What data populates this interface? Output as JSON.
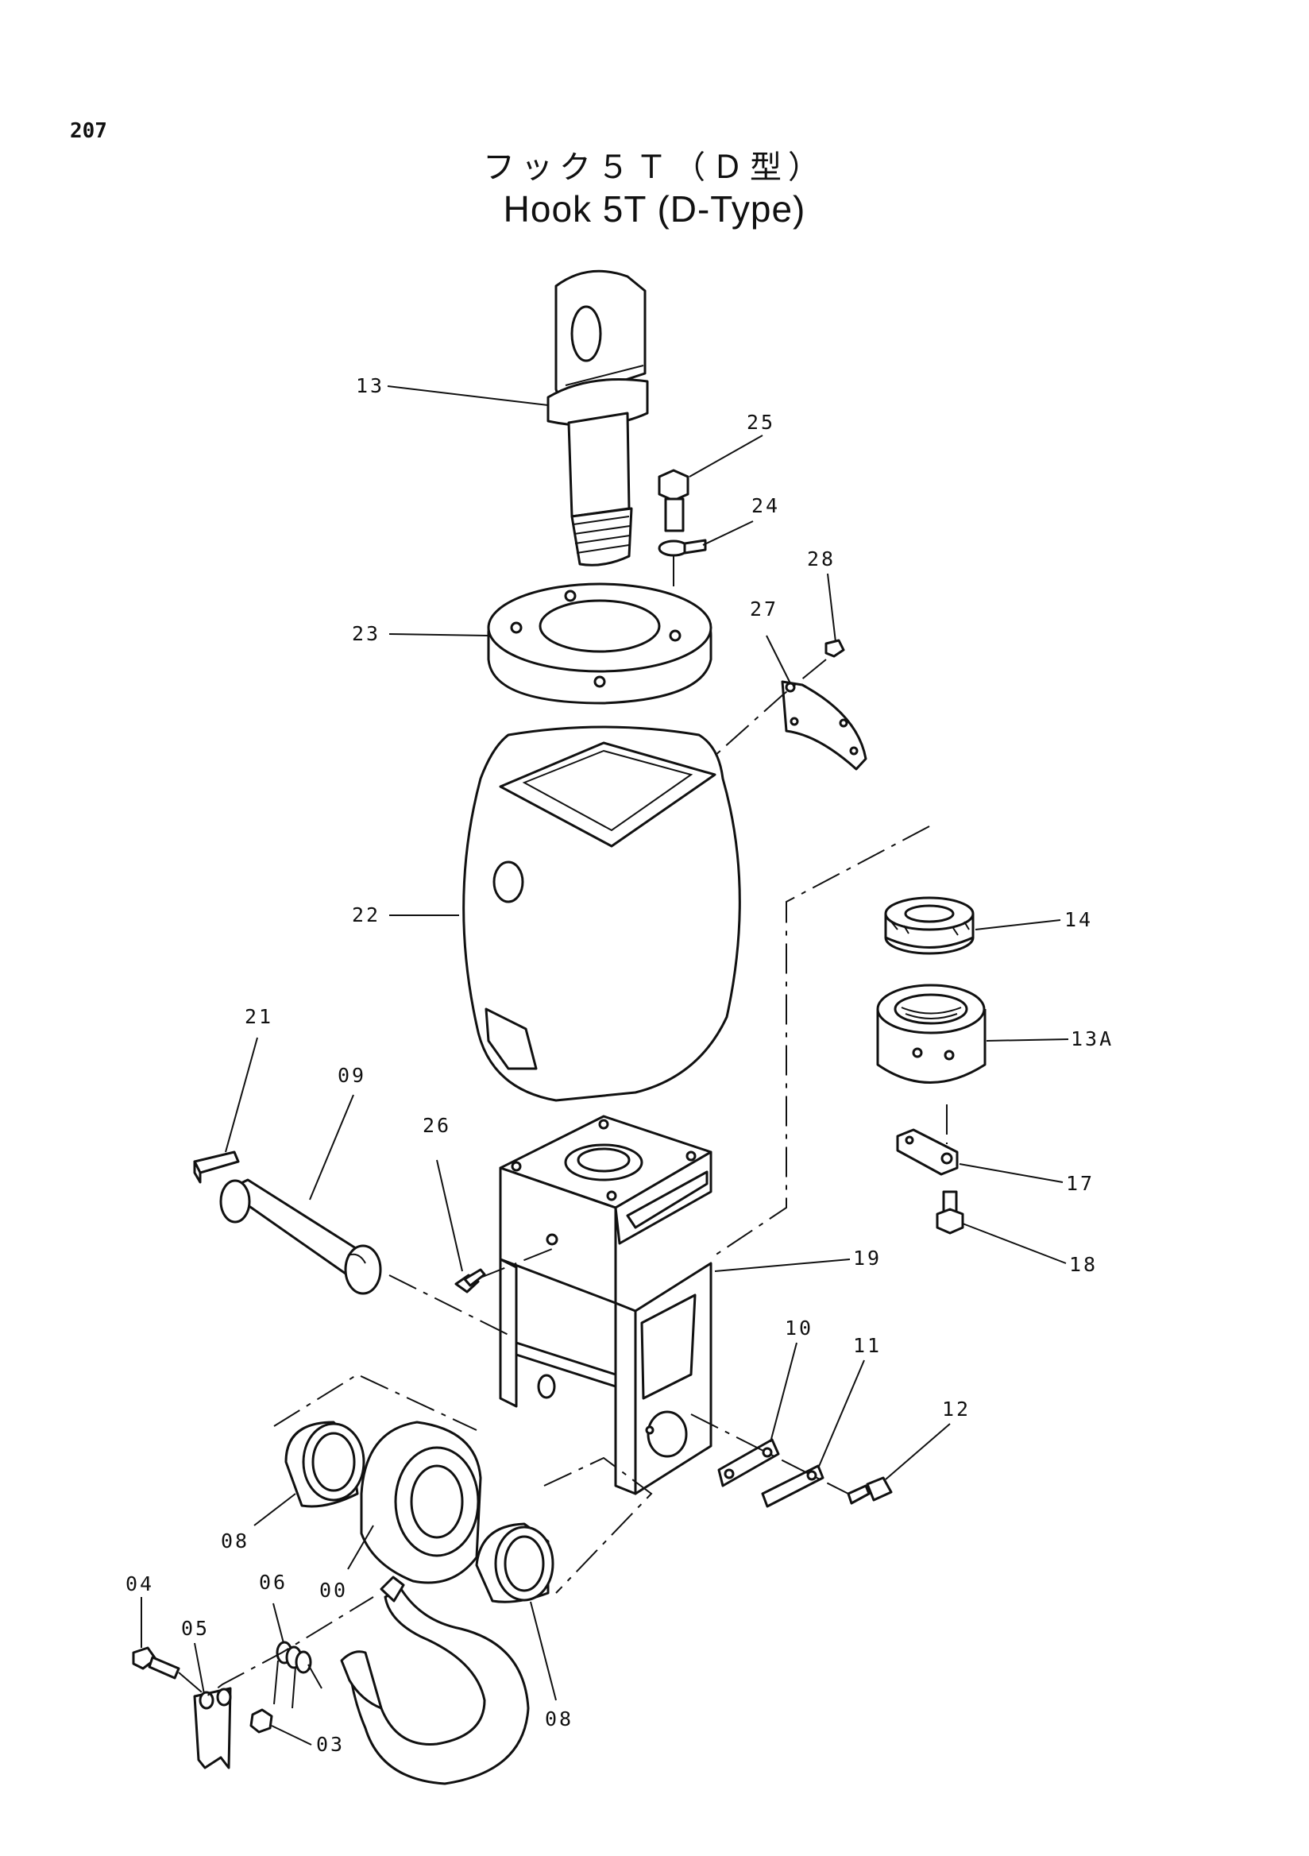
{
  "page_number": "207",
  "title": {
    "japanese": "フック５Ｔ（Ｄ型）",
    "english": "Hook 5T (D-Type)"
  },
  "parts": [
    {
      "label": "13"
    },
    {
      "label": "25"
    },
    {
      "label": "24"
    },
    {
      "label": "28"
    },
    {
      "label": "27"
    },
    {
      "label": "23"
    },
    {
      "label": "22"
    },
    {
      "label": "14"
    },
    {
      "label": "13A"
    },
    {
      "label": "21"
    },
    {
      "label": "09"
    },
    {
      "label": "26"
    },
    {
      "label": "17"
    },
    {
      "label": "18"
    },
    {
      "label": "19"
    },
    {
      "label": "10"
    },
    {
      "label": "11"
    },
    {
      "label": "12"
    },
    {
      "label": "08"
    },
    {
      "label": "00"
    },
    {
      "label": "04"
    },
    {
      "label": "06"
    },
    {
      "label": "05"
    },
    {
      "label": "08"
    },
    {
      "label": "03"
    }
  ]
}
